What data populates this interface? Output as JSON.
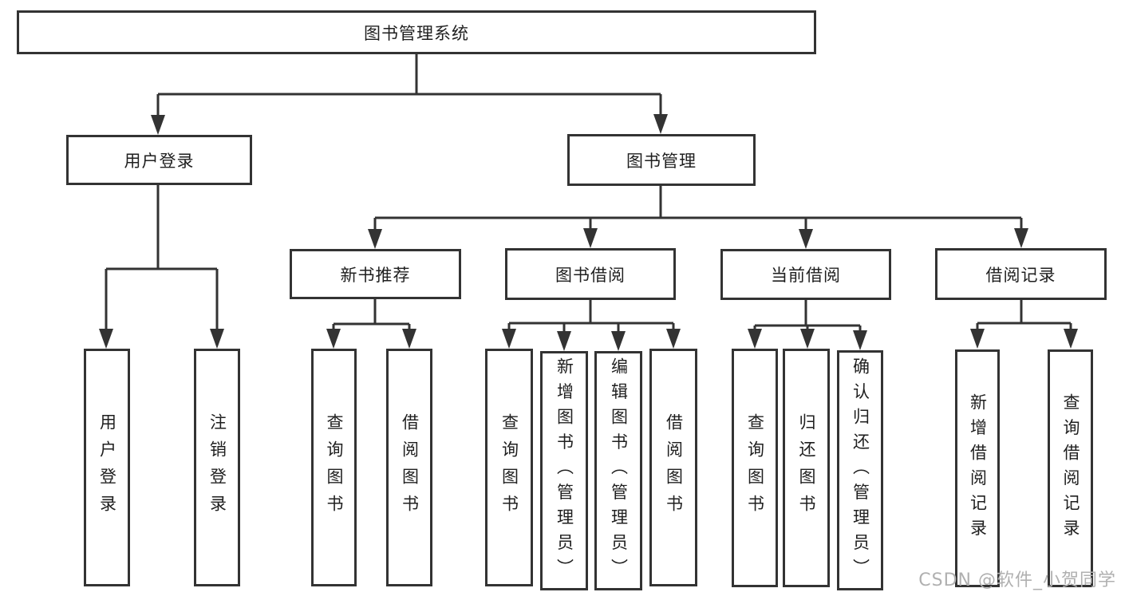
{
  "tree": {
    "root": "图书管理系统",
    "branches": [
      {
        "label": "用户登录",
        "leaves": [
          "用户登录",
          "注销登录"
        ]
      },
      {
        "label": "图书管理",
        "children": [
          {
            "label": "新书推荐",
            "leaves": [
              "查询图书",
              "借阅图书"
            ]
          },
          {
            "label": "图书借阅",
            "leaves": [
              "查询图书",
              "新增图书（管理员）",
              "编辑图书（管理员）",
              "借阅图书"
            ]
          },
          {
            "label": "当前借阅",
            "leaves": [
              "查询图书",
              "归还图书",
              "确认归还（管理员）"
            ]
          },
          {
            "label": "借阅记录",
            "leaves": [
              "新增借阅记录",
              "查询借阅记录"
            ]
          }
        ]
      }
    ]
  },
  "watermark": "CSDN @软件_小贺同学",
  "colors": {
    "line": "#333333",
    "text": "#1f1f1f",
    "watermark": "#b0b0b0",
    "background": "#ffffff"
  }
}
